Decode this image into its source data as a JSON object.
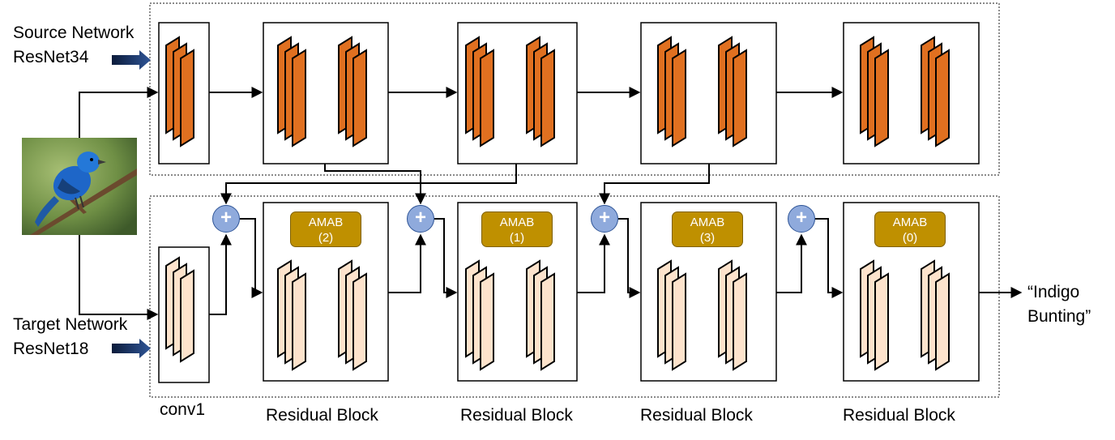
{
  "source": {
    "line1": "Source Network",
    "line2": "ResNet34"
  },
  "target": {
    "line1": "Target Network",
    "line2": "ResNet18"
  },
  "output": {
    "line1": "“Indigo",
    "line2": "Bunting”"
  },
  "bottom_labels": [
    "conv1",
    "Residual Block",
    "Residual Block",
    "Residual Block",
    "Residual Block"
  ],
  "amab": [
    {
      "name": "AMAB",
      "index": "(2)"
    },
    {
      "name": "AMAB",
      "index": "(1)"
    },
    {
      "name": "AMAB",
      "index": "(3)"
    },
    {
      "name": "AMAB",
      "index": "(0)"
    }
  ],
  "add_symbol": "+",
  "colors": {
    "source_layer": "#e07020",
    "target_layer": "#fde3cc",
    "amab_fill": "#bf9000",
    "add_node": "#8faadc",
    "input_arrow": "#1f3864"
  }
}
